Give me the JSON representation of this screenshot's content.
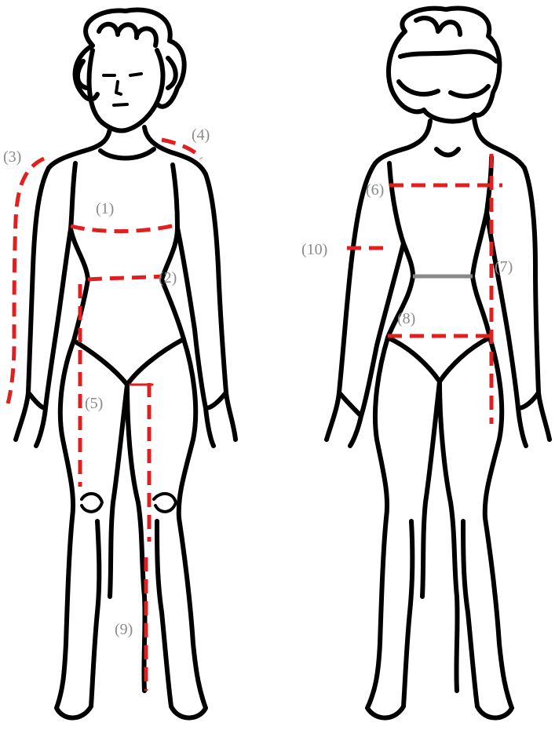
{
  "colors": {
    "outline": "#000000",
    "measure_line": "#e01f1f",
    "waist_back_line": "#8a8a8a",
    "label_text": "#8a8a8a"
  },
  "figures": {
    "front": {
      "labels": {
        "m1": "(1)",
        "m2": "(2)",
        "m3": "(3)",
        "m4": "(4)",
        "m5": "(5)",
        "m9": "(9)"
      }
    },
    "back": {
      "labels": {
        "m6": "(6)",
        "m7": "(7)",
        "m8": "(8)",
        "m10": "(10)"
      }
    }
  }
}
